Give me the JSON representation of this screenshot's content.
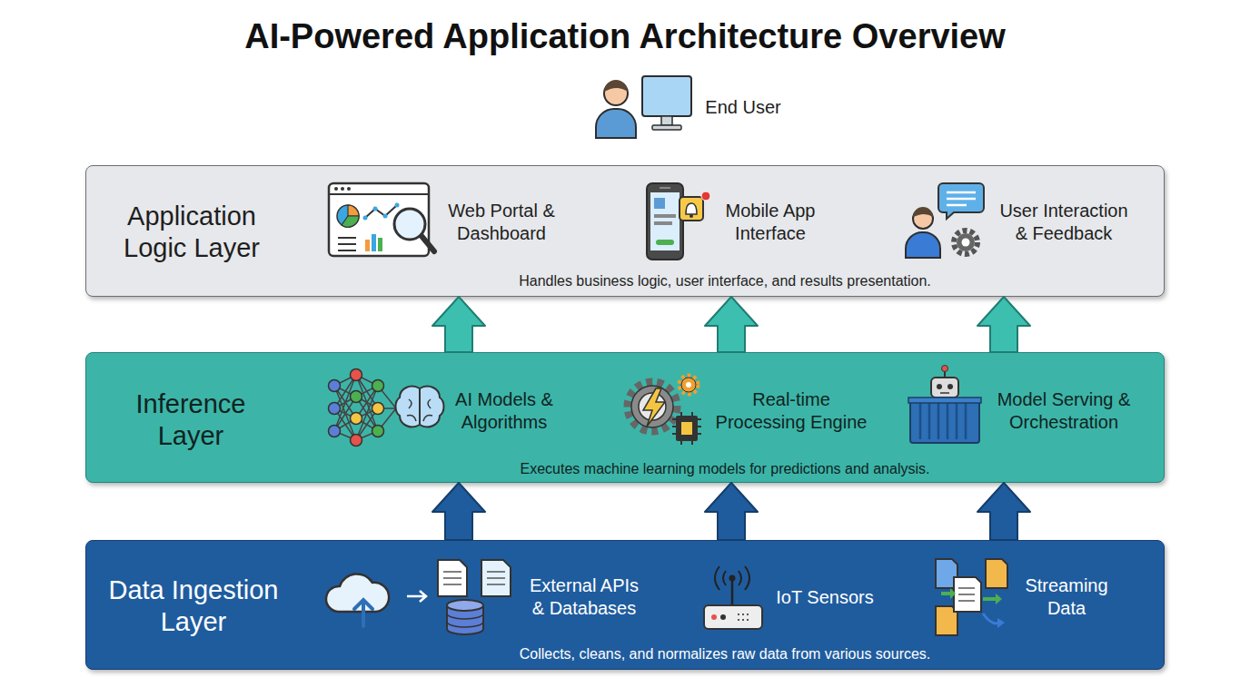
{
  "diagram": {
    "title": "AI-Powered Application Architecture Overview",
    "nodes": [
      {
        "text": [
          "Application Logic Layer",
          "Handles business logic, user interface, and results presentation."
        ]
      },
      {
        "text": [
          "Inference Layer",
          "Executes machine learning models for predictions and analysis."
        ]
      },
      {
        "text": [
          "Data Ingestion Layer",
          "Collects, cleans, and normalizes raw data from various sources."
        ]
      }
    ],
    "edges": [
      {
        "from": 1,
        "to": 0,
        "arrow": "to"
      },
      {
        "from": 1,
        "to": 0,
        "arrow": "to"
      },
      {
        "from": 1,
        "to": 0,
        "arrow": "to"
      },
      {
        "from": 2,
        "to": 1,
        "arrow": "to"
      },
      {
        "from": 2,
        "to": 1,
        "arrow": "to"
      },
      {
        "from": 2,
        "to": 1,
        "arrow": "to"
      }
    ],
    "labels": [
      "End User",
      "Web Portal & Dashboard",
      "Mobile App Interface",
      "User Interaction & Feedback",
      "AI Models & Algorithms",
      "Real-time Processing Engine",
      "Model Serving & Orchestration",
      "External APIs & Databases",
      "IoT Sensors",
      "Streaming Data"
    ]
  }
}
